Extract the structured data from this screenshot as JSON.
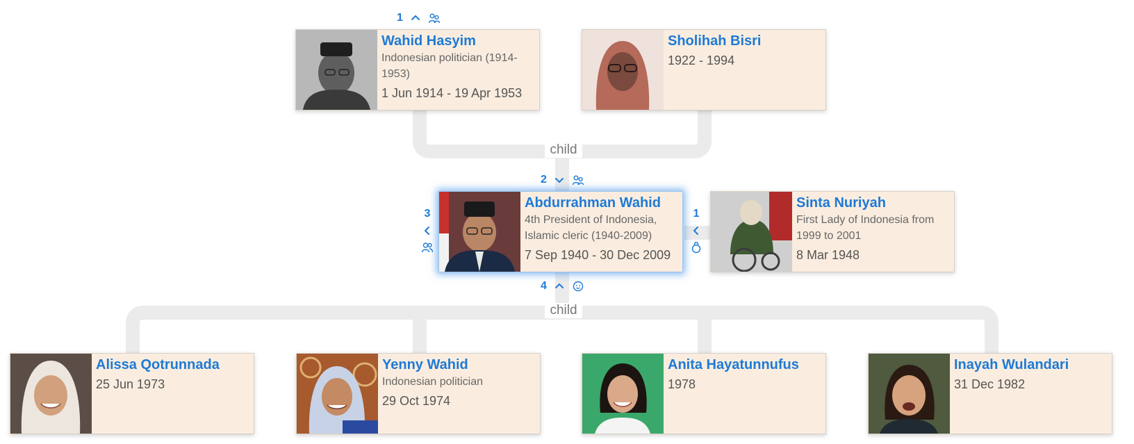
{
  "parents": {
    "count": "1",
    "father": {
      "name": "Wahid Hasyim",
      "description": "Indonesian politician (1914-1953)",
      "dates": "1 Jun 1914 - 19 Apr 1953"
    },
    "mother": {
      "name": "Sholihah Bisri",
      "description": "",
      "dates": "1922 - 1994"
    },
    "relation_label": "child"
  },
  "focus": {
    "siblings_count": "2",
    "spouses_count": "3",
    "name": "Abdurrahman Wahid",
    "description": "4th President of Indonesia, Islamic cleric (1940-2009)",
    "dates": "7 Sep 1940 - 30 Dec 2009",
    "children_count": "4"
  },
  "spouse": {
    "count": "1",
    "name": "Sinta Nuriyah",
    "description": "First Lady of Indonesia from 1999 to 2001",
    "dates": "8 Mar 1948"
  },
  "children": {
    "relation_label": "child",
    "items": [
      {
        "name": "Alissa Qotrunnada",
        "description": "",
        "dates": "25 Jun 1973"
      },
      {
        "name": "Yenny Wahid",
        "description": "Indonesian politician",
        "dates": "29 Oct 1974"
      },
      {
        "name": "Anita Hayatunnufus",
        "description": "",
        "dates": "1978"
      },
      {
        "name": "Inayah Wulandari",
        "description": "",
        "dates": "31 Dec 1982"
      }
    ]
  },
  "icons": {
    "expand_up": "chevron-up-icon",
    "expand_down": "chevron-down-icon",
    "expand_left": "chevron-left-icon",
    "parents": "parents-icon",
    "spouses": "spouses-icon",
    "marriage": "ring-icon",
    "children": "child-face-icon"
  },
  "colors": {
    "name_link": "#1e7ad6",
    "card_bg": "#faeddf",
    "connector": "#ebebeb",
    "focus_glow": "#2882e6"
  }
}
